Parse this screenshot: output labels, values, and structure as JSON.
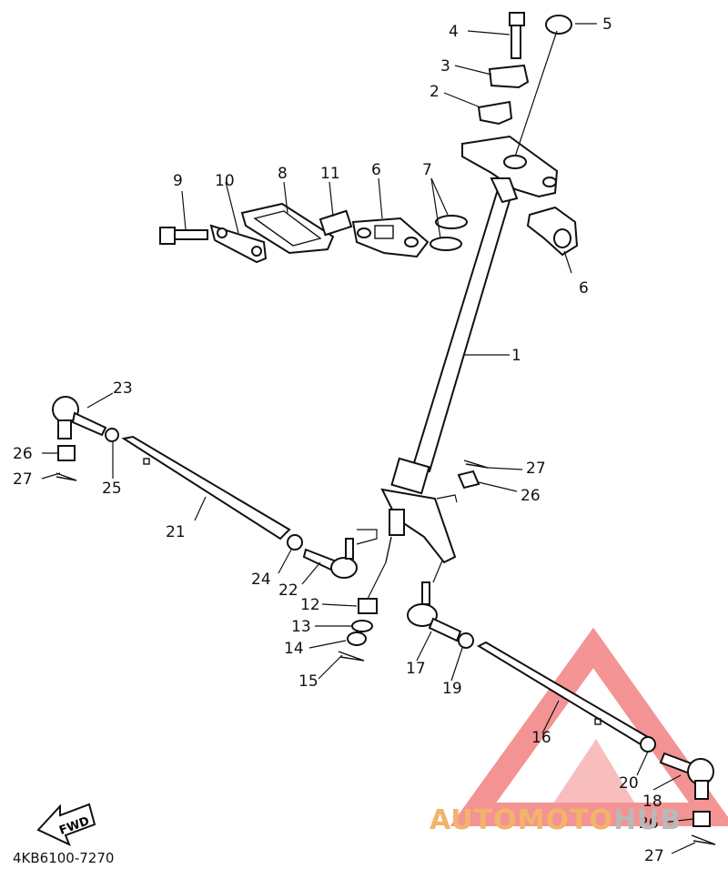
{
  "diagram_code": "4KB6100-7270",
  "fwd_label": "FWD",
  "watermark": {
    "part1": "AUTOMOTO",
    "part2": "HUB",
    "color_text": "#f2b46a",
    "color_gray": "#b9b9b9",
    "color_triangle": "#f07070"
  },
  "callouts": {
    "c1": "1",
    "c2": "2",
    "c3": "3",
    "c4": "4",
    "c5": "5",
    "c6a": "6",
    "c6b": "6",
    "c7": "7",
    "c8": "8",
    "c9": "9",
    "c10": "10",
    "c11": "11",
    "c12": "12",
    "c13": "13",
    "c14": "14",
    "c15": "15",
    "c16": "16",
    "c17": "17",
    "c18": "18",
    "c19": "19",
    "c20": "20",
    "c21": "21",
    "c22": "22",
    "c23": "23",
    "c24": "24",
    "c25": "25",
    "c26a": "26",
    "c26b": "26",
    "c26c": "26",
    "c27a": "27",
    "c27b": "27",
    "c27c": "27"
  }
}
